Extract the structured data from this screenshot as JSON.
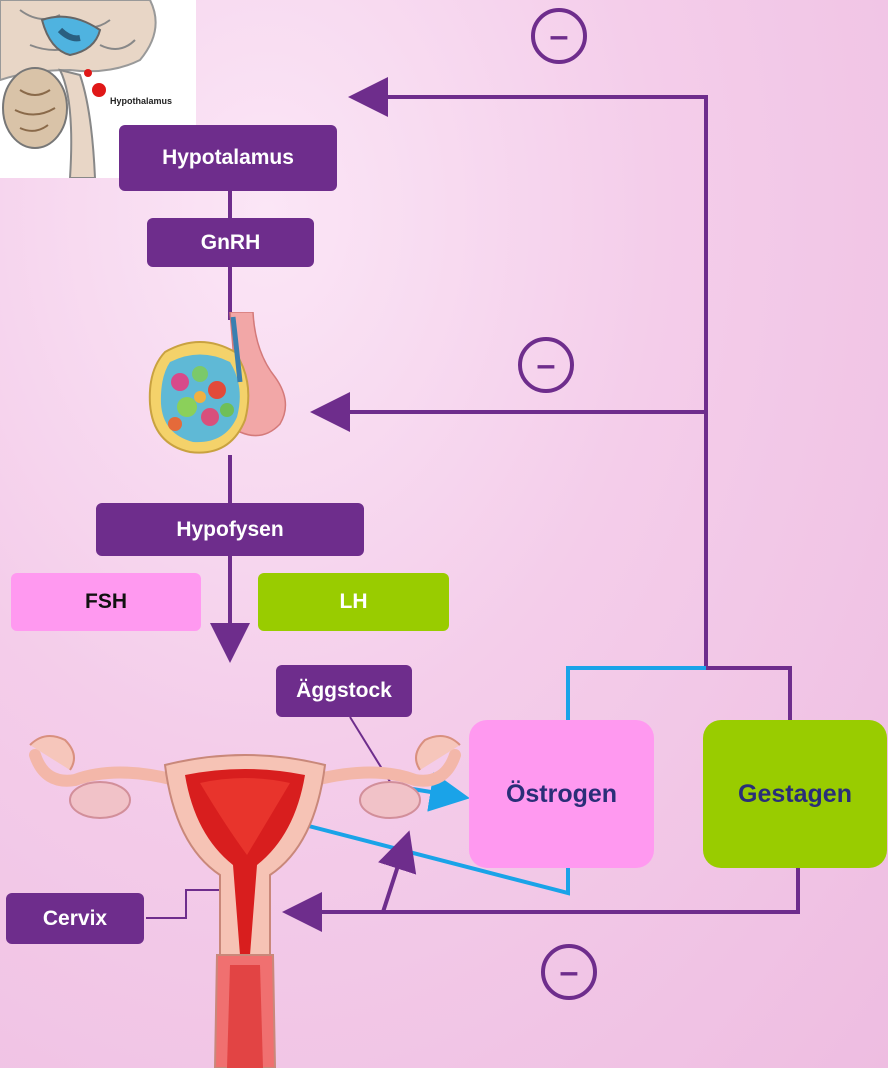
{
  "colors": {
    "purple": "#6e2d8c",
    "blue": "#1aa3e8",
    "pink_box": "#ff99f0",
    "green_box": "#99cc00",
    "background": "#f4cdea"
  },
  "brain_image": {
    "label": "Hypothalamus"
  },
  "labels": {
    "hypotalamus": "Hypotalamus",
    "gnrh": "GnRH",
    "hypofysen": "Hypofysen",
    "fsh": "FSH",
    "lh": "LH",
    "aggstock": "Äggstock",
    "ostrogen": "Östrogen",
    "gestagen": "Gestagen",
    "cervix": "Cervix"
  },
  "inhibition_symbol": "–"
}
